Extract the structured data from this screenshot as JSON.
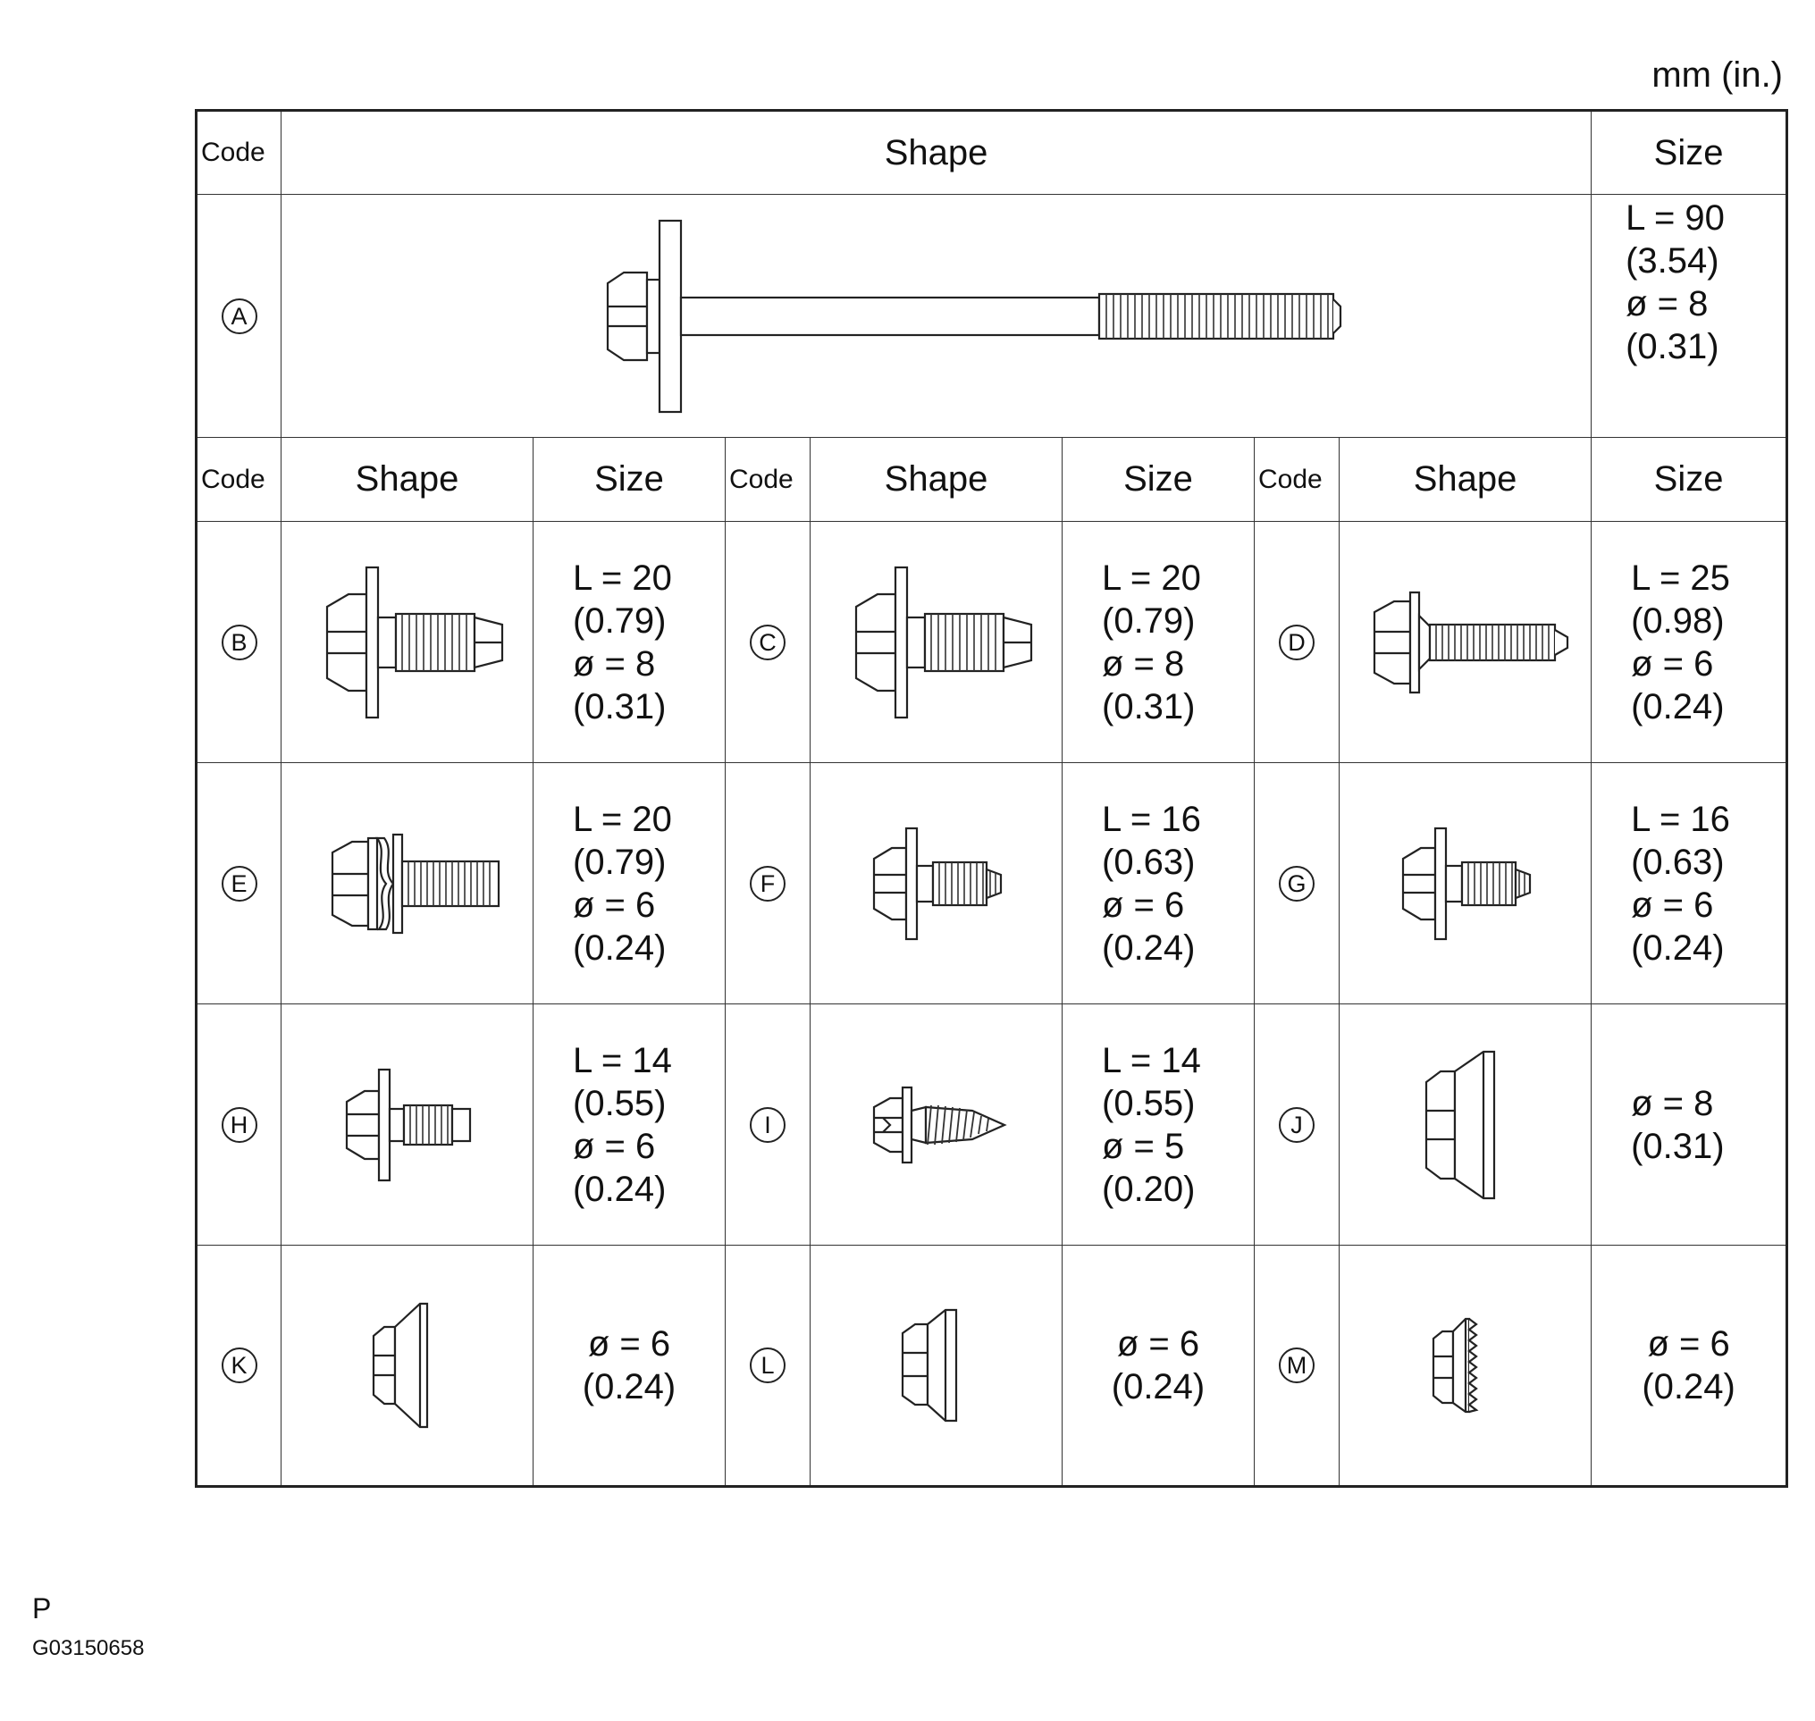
{
  "units_label": "mm (in.)",
  "headers": {
    "code": "Code",
    "shape": "Shape",
    "size": "Size"
  },
  "item_a": {
    "code": "A",
    "size_lines": [
      "L = 90",
      "(3.54)",
      "ø = 8",
      "(0.31)"
    ],
    "icon": "long-flange-bolt-with-washer-icon"
  },
  "rows": [
    [
      {
        "code": "B",
        "size_lines": [
          "L = 20",
          "(0.79)",
          "ø = 8",
          "(0.31)"
        ],
        "icon": "washer-bolt-pilot-point-icon"
      },
      {
        "code": "C",
        "size_lines": [
          "L = 20",
          "(0.79)",
          "ø = 8",
          "(0.31)"
        ],
        "icon": "washer-bolt-pilot-point-icon"
      },
      {
        "code": "D",
        "size_lines": [
          "L = 25",
          "(0.98)",
          "ø = 6",
          "(0.24)"
        ],
        "icon": "flange-bolt-icon"
      }
    ],
    [
      {
        "code": "E",
        "size_lines": [
          "L = 20",
          "(0.79)",
          "ø = 6",
          "(0.24)"
        ],
        "icon": "bolt-with-spring-washer-icon"
      },
      {
        "code": "F",
        "size_lines": [
          "L = 16",
          "(0.63)",
          "ø = 6",
          "(0.24)"
        ],
        "icon": "washer-bolt-icon"
      },
      {
        "code": "G",
        "size_lines": [
          "L = 16",
          "(0.63)",
          "ø = 6",
          "(0.24)"
        ],
        "icon": "washer-bolt-icon"
      }
    ],
    [
      {
        "code": "H",
        "size_lines": [
          "L = 14",
          "(0.55)",
          "ø = 6",
          "(0.24)"
        ],
        "icon": "washer-bolt-short-icon"
      },
      {
        "code": "I",
        "size_lines": [
          "L = 14",
          "(0.55)",
          "ø = 5",
          "(0.20)"
        ],
        "icon": "tapping-screw-icon"
      },
      {
        "code": "J",
        "size_lines": [
          "ø = 8",
          "(0.31)"
        ],
        "icon": "flange-nut-icon"
      }
    ],
    [
      {
        "code": "K",
        "size_lines": [
          "ø = 6",
          "(0.24)"
        ],
        "icon": "flange-nut-icon"
      },
      {
        "code": "L",
        "size_lines": [
          "ø = 6",
          "(0.24)"
        ],
        "icon": "flange-nut-icon"
      },
      {
        "code": "M",
        "size_lines": [
          "ø = 6",
          "(0.24)"
        ],
        "icon": "serrated-flange-nut-icon"
      }
    ]
  ],
  "footer": {
    "letter": "P",
    "figure_code": "G03150658"
  }
}
